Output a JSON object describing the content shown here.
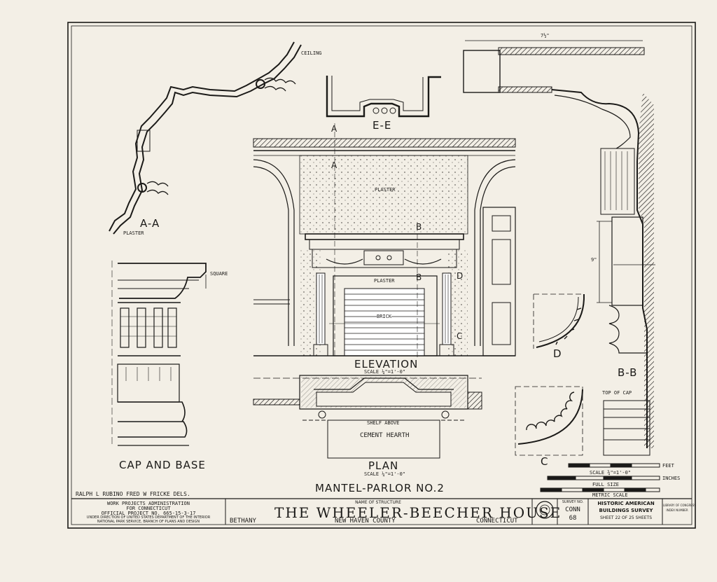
{
  "sheet_title": "MANTEL-PARLOR NO.2",
  "views": {
    "section_aa": "A-A",
    "section_ee": "E-E",
    "section_bb": "B-B",
    "detail_c": "C",
    "detail_d": "D",
    "cap_and_base": "CAP AND BASE",
    "elevation": "ELEVATION",
    "elevation_scale": "SCALE ¼\"=1'-0\"",
    "plan": "PLAN",
    "plan_scale": "SCALE ¼\"=1'-0\""
  },
  "notes": {
    "ceiling": "CEILING",
    "plaster_aa": "PLASTER",
    "square": "SQUARE",
    "plaster_upper": "PLASTER",
    "plaster_lower": "PLASTER",
    "brick": "BRICK",
    "shelf_above": "SHELF ABOVE",
    "cement_hearth": "CEMENT HEARTH",
    "top_of_cap": "TOP OF CAP",
    "dim_top": "7½\"",
    "dim_nine": "9\"",
    "marker_a1": "A",
    "marker_a2": "A",
    "marker_b1": "B",
    "marker_b2": "B",
    "marker_c": "C",
    "marker_d": "D"
  },
  "scales": {
    "feet": "FEET",
    "inches": "INCHES",
    "scale_label": "SCALE ¾\"=1'-0\"",
    "full_size": "FULL SIZE",
    "metric": "METRIC SCALE"
  },
  "title_block": {
    "drawn_by": "RALPH L RUBINO   FRED W FRICKE DELS.",
    "agency_1": "WORK PROJECTS ADMINISTRATION",
    "agency_2": "FOR CONNECTICUT",
    "agency_3": "OFFICIAL PROJECT NO. 665-15-3-17",
    "agency_4": "UNDER DIRECTION OF UNITED STATES DEPARTMENT OF THE INTERIOR",
    "agency_5": "NATIONAL PARK SERVICE, BRANCH OF PLANS AND DESIGN",
    "name_caption": "NAME OF STRUCTURE",
    "structure_name": "THE WHEELER-BEECHER HOUSE",
    "town": "BETHANY",
    "county": "NEW HAVEN COUNTY",
    "state": "CONNECTICUT",
    "survey_caption": "SURVEY NO.",
    "survey_no_1": "CONN",
    "survey_no_2": "68",
    "habs_1": "HISTORIC AMERICAN",
    "habs_2": "BUILDINGS SURVEY",
    "sheet_no": "SHEET 22 OF 25 SHEETS",
    "library_1": "LIBRARY OF CONGRESS",
    "library_2": "INDEX NUMBER"
  }
}
